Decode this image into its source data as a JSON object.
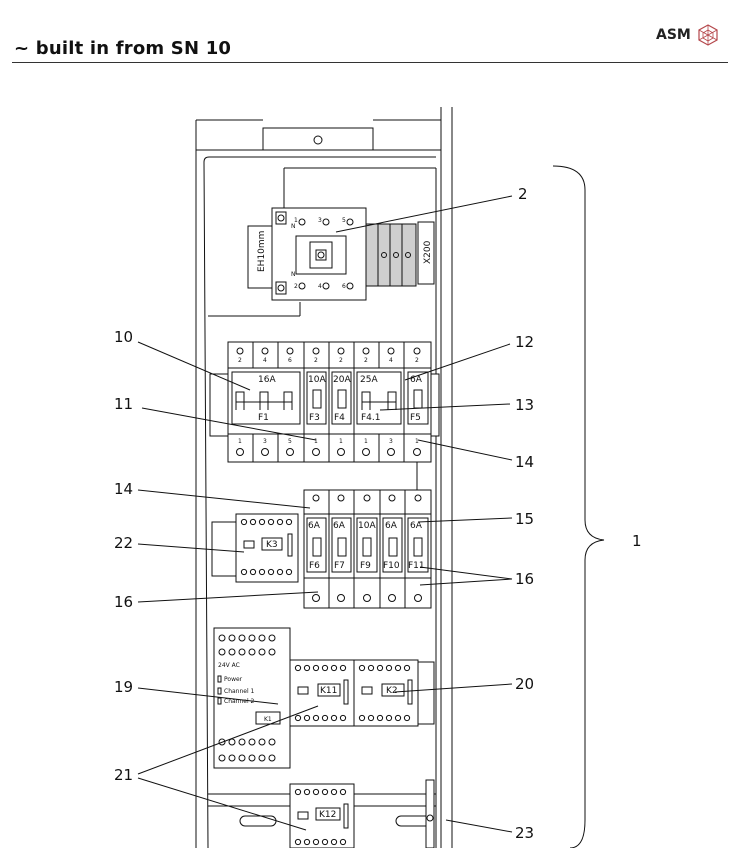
{
  "header": {
    "title": "~ built in from SN 10",
    "logo_text": "ASM",
    "logo_icon": "cube-icon"
  },
  "callouts": [
    "2",
    "10",
    "12",
    "11",
    "13",
    "14",
    "14",
    "15",
    "22",
    "1",
    "16",
    "16",
    "19",
    "20",
    "21",
    "23"
  ],
  "components": {
    "main_switch": {
      "left_label": "EH10mm",
      "right_label": "X200",
      "top_terminals": [
        "1",
        "3",
        "5"
      ],
      "bottom_terminals": [
        "2",
        "4",
        "6"
      ],
      "n": "N"
    },
    "breaker_row1": {
      "ratings": [
        "16A",
        "10A",
        "20A",
        "25A",
        "6A"
      ],
      "names": [
        "F1",
        "F3",
        "F4",
        "F4.1",
        "F5"
      ],
      "top_terms": [
        "2",
        "4",
        "6",
        "2",
        "2",
        "2",
        "4",
        "2"
      ],
      "bottom_terms": [
        "1",
        "3",
        "5",
        "1",
        "1",
        "1",
        "3",
        "1"
      ]
    },
    "breaker_row2": {
      "ratings": [
        "6A",
        "6A",
        "10A",
        "6A",
        "6A"
      ],
      "names": [
        "F6",
        "F7",
        "F9",
        "F10",
        "F11"
      ]
    },
    "relays": {
      "k3": "K3",
      "k11": "K11",
      "k2": "K2",
      "k1": "K1",
      "k12": "K12"
    },
    "safety_module": {
      "power": "Power",
      "ch1": "Channel 1",
      "ch2": "Channel 2",
      "volt": "24V AC"
    }
  }
}
